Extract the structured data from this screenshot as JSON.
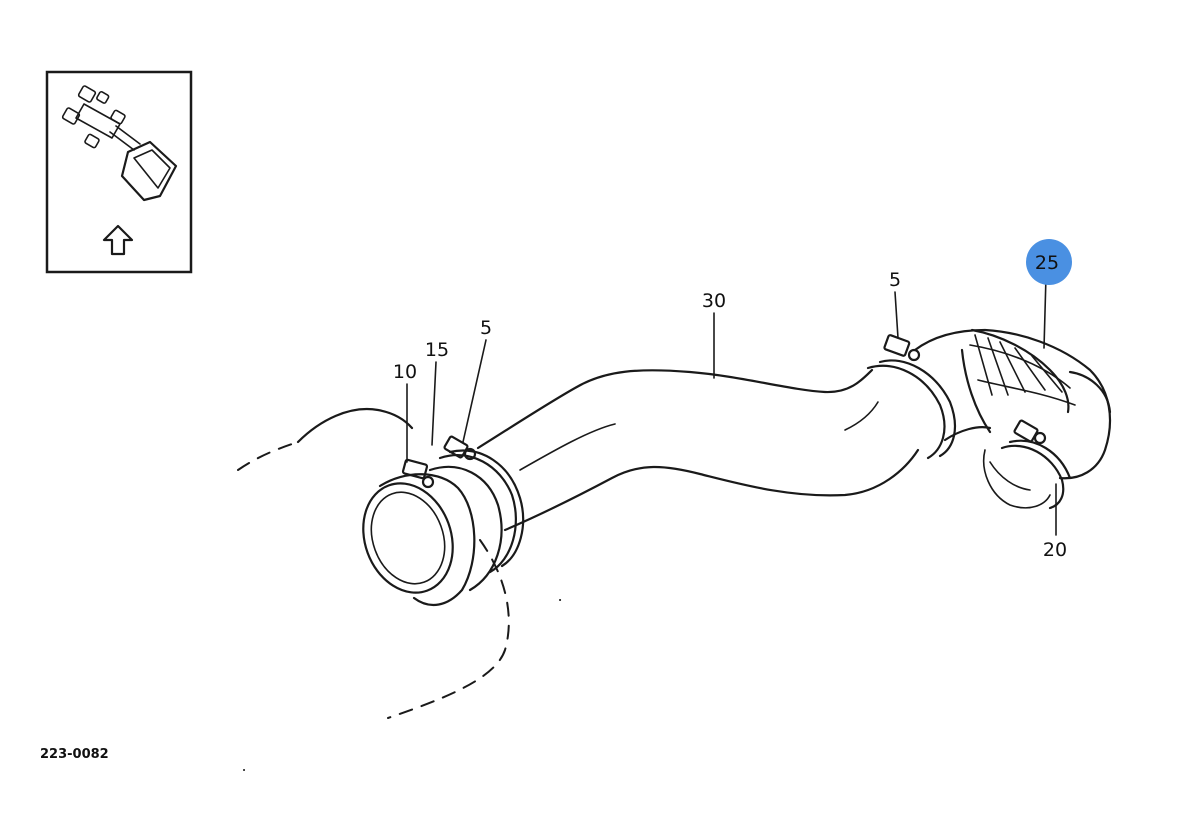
{
  "callouts": {
    "c10": "10",
    "c15": "15",
    "c5_left": "5",
    "c30": "30",
    "c5_right": "5",
    "c25": "25",
    "c20": "20"
  },
  "highlight": {
    "color": "#4a90e2",
    "callout": "25"
  },
  "drawing_code": "223-0082"
}
